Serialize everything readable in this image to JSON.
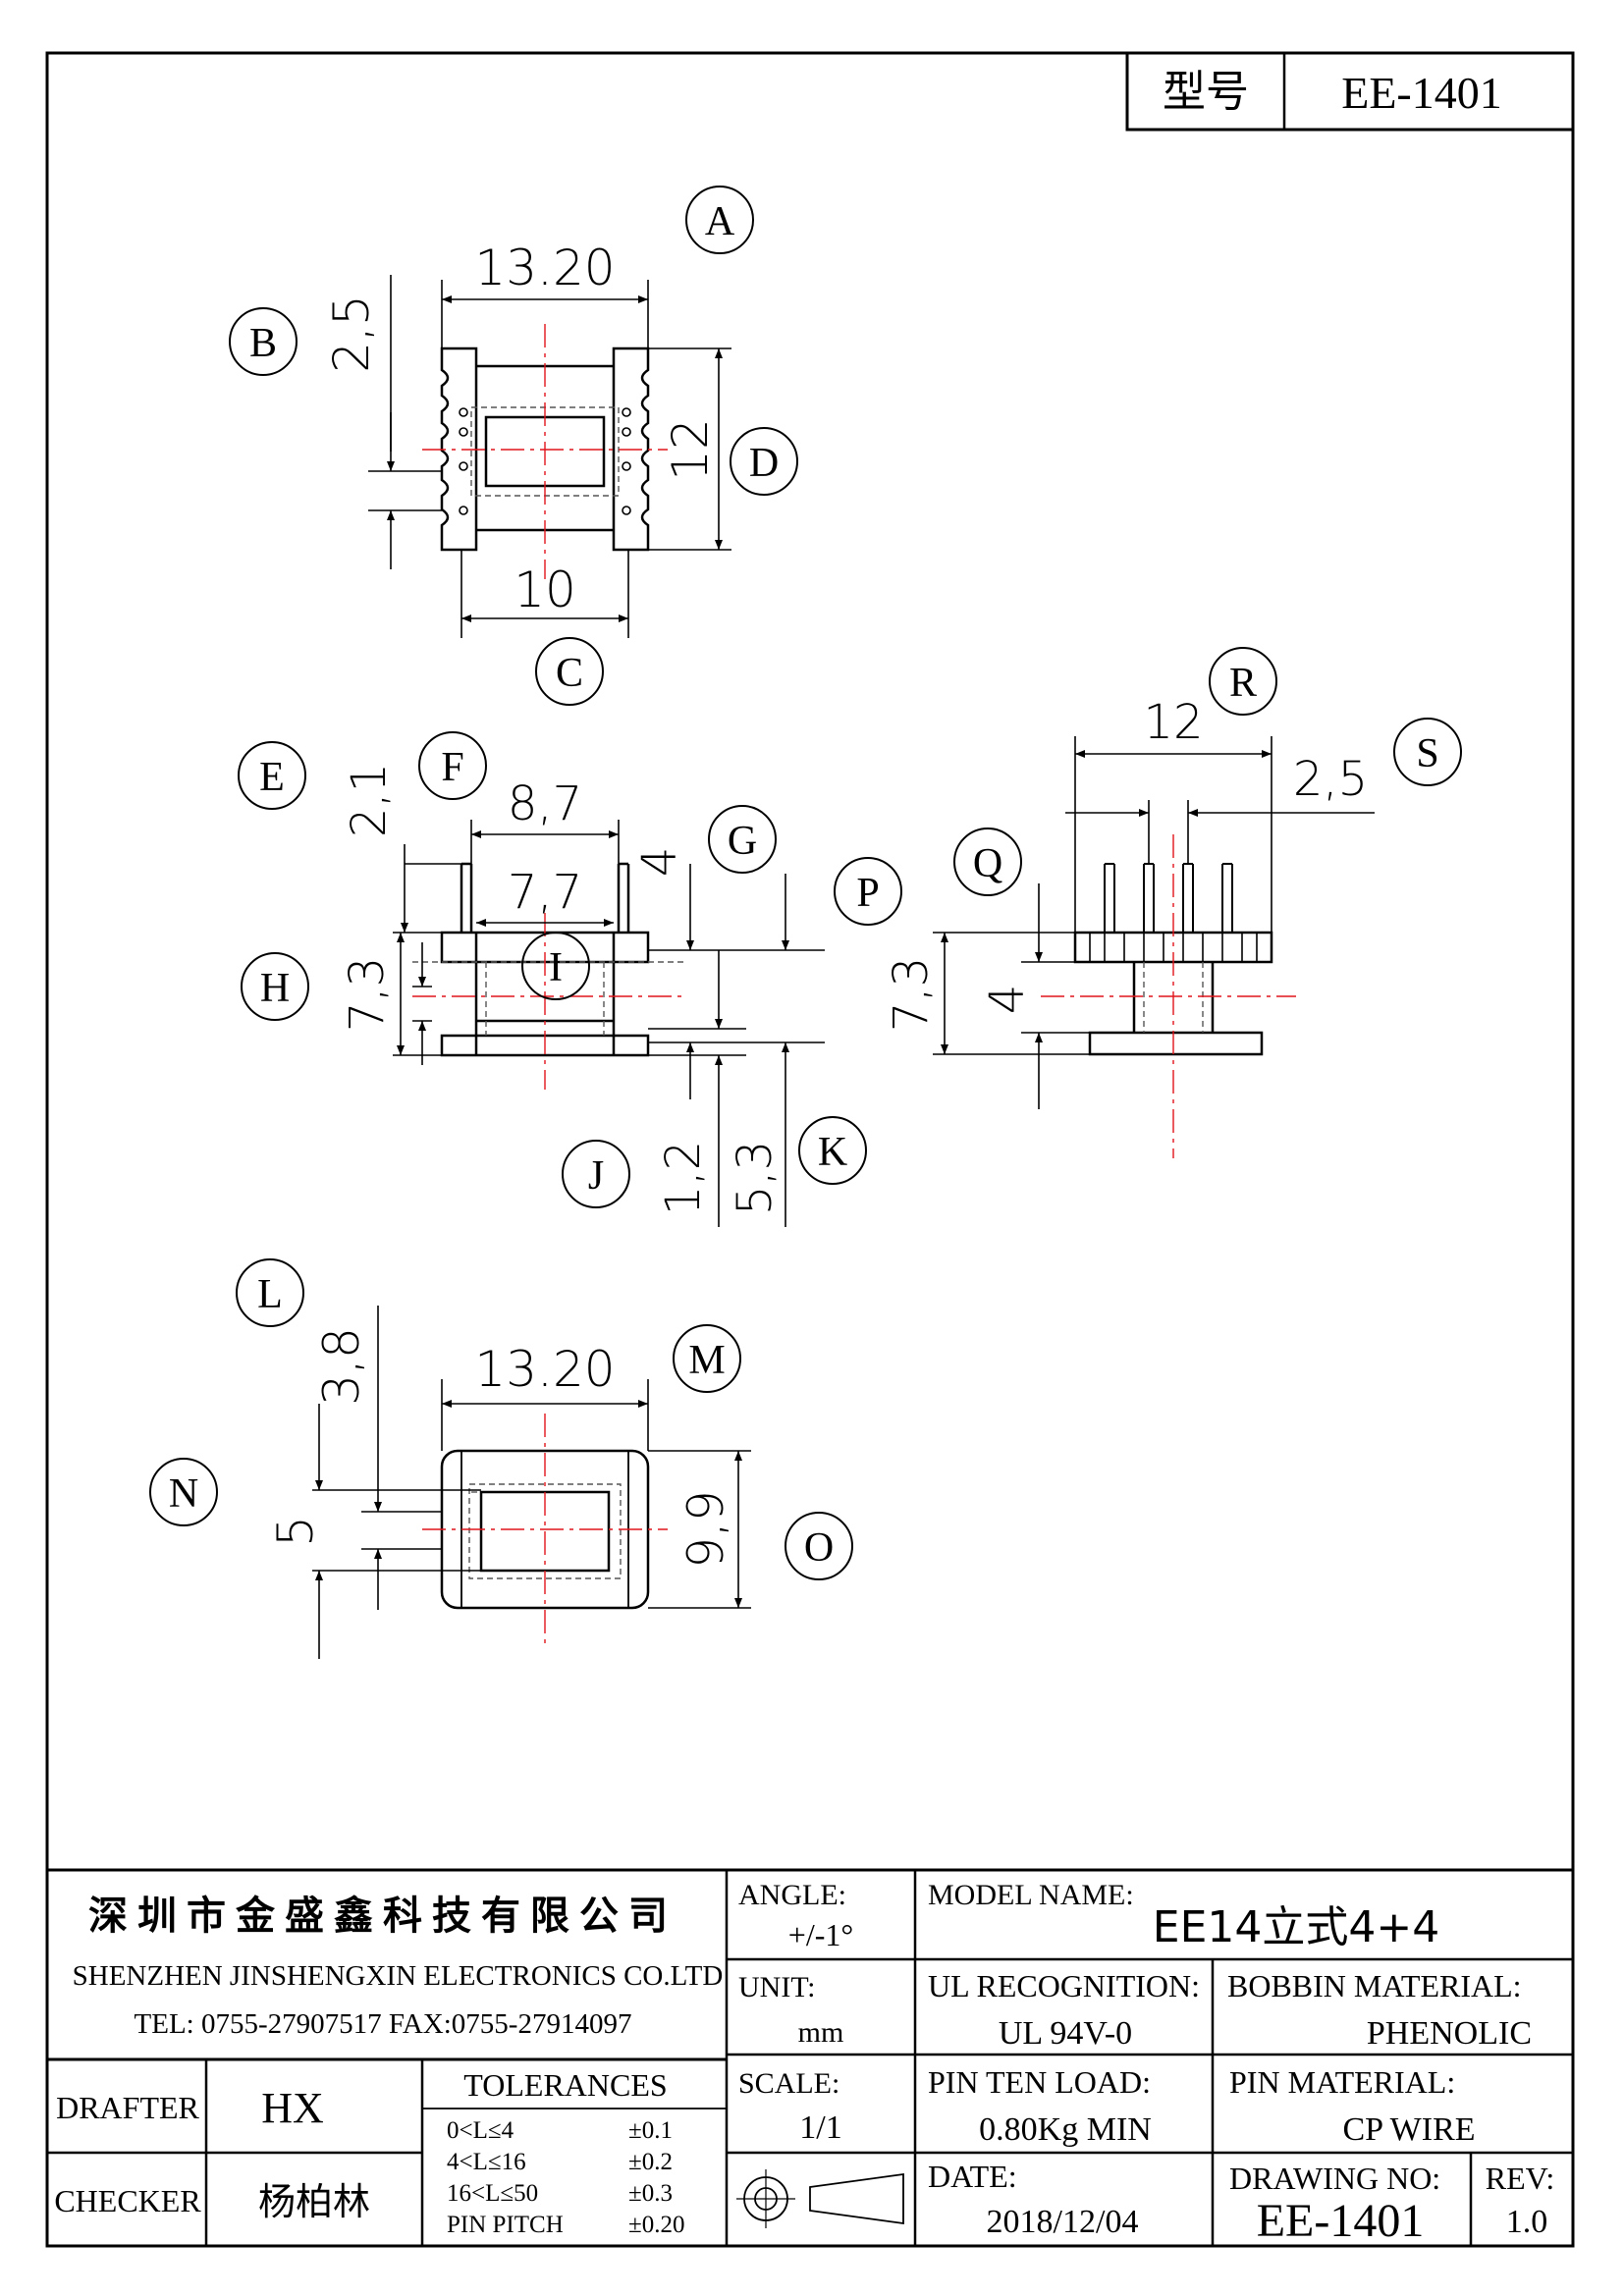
{
  "header": {
    "type_label": "型号",
    "model": "EE-1401"
  },
  "balloons": {
    "A": "A",
    "B": "B",
    "C": "C",
    "D": "D",
    "E": "E",
    "F": "F",
    "G": "G",
    "H": "H",
    "I": "I",
    "J": "J",
    "K": "K",
    "L": "L",
    "M": "M",
    "N": "N",
    "O": "O",
    "P": "P",
    "Q": "Q",
    "R": "R",
    "S": "S"
  },
  "dims": {
    "top_width": "13.20",
    "top_pin_offset": "2,5",
    "top_height": "12",
    "top_inner": "10",
    "side_pin_len": "2,1",
    "side_outer": "8,7",
    "side_inner": "7,7",
    "side_total": "7,3",
    "side_g": "4",
    "side_j": "1,2",
    "side_k": "5,3",
    "right_width": "12",
    "right_pitch": "2,5",
    "right_total": "7,3",
    "right_body": "4",
    "bot_width": "13.20",
    "bot_l": "3,8",
    "bot_n": "5",
    "bot_o": "9,9"
  },
  "title_block": {
    "company_cn": "深圳市金盛鑫科技有限公司",
    "company_en": "SHENZHEN JINSHENGXIN ELECTRONICS CO.LTD",
    "contact": "TEL: 0755-27907517 FAX:0755-27914097",
    "angle_label": "ANGLE:",
    "angle_value": "+/-1°",
    "unit_label": "UNIT:",
    "unit_value": "mm",
    "scale_label": "SCALE:",
    "scale_value": "1/1",
    "model_name_label": "MODEL NAME:",
    "model_name_value": "EE14立式4+4",
    "ul_label": "UL RECOGNITION:",
    "ul_value": "UL 94V-0",
    "bobbin_label": "BOBBIN MATERIAL:",
    "bobbin_value": "PHENOLIC",
    "pin_load_label": "PIN TEN LOAD:",
    "pin_load_value": "0.80Kg MIN",
    "pin_material_label": "PIN MATERIAL:",
    "pin_material_value": "CP WIRE",
    "date_label": "DATE:",
    "date_value": "2018/12/04",
    "drawing_no_label": "DRAWING NO:",
    "drawing_no_value": "EE-1401",
    "rev_label": "REV:",
    "rev_value": "1.0",
    "drafter_label": "DRAFTER",
    "drafter_value": "HX",
    "checker_label": "CHECKER",
    "checker_value": "杨柏林",
    "tolerances_label": "TOLERANCES",
    "tolerances": [
      {
        "range": "0<L≤4",
        "value": "±0.1"
      },
      {
        "range": "4<L≤16",
        "value": "±0.2"
      },
      {
        "range": "16<L≤50",
        "value": "±0.3"
      },
      {
        "range": "PIN PITCH",
        "value": "±0.20"
      }
    ]
  }
}
